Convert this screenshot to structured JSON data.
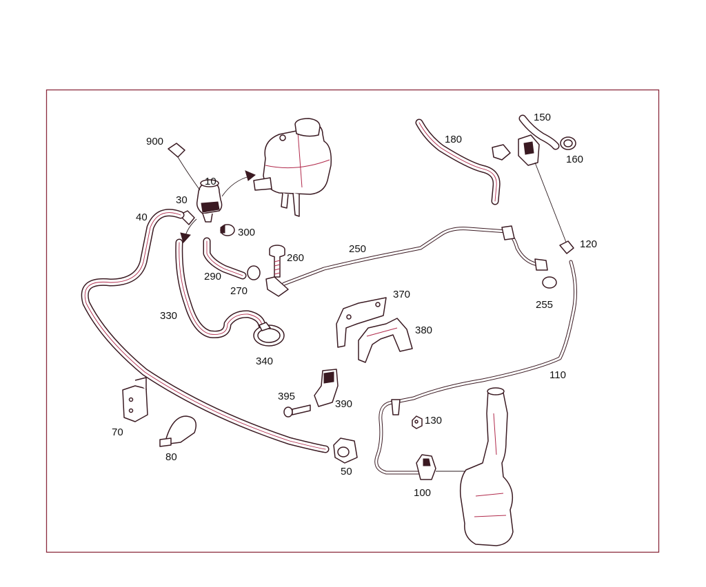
{
  "diagram": {
    "labels": {
      "p10": "10",
      "p30": "30",
      "p40": "40",
      "p50": "50",
      "p70": "70",
      "p80": "80",
      "p100": "100",
      "p110": "110",
      "p120": "120",
      "p130": "130",
      "p150": "150",
      "p160": "160",
      "p180": "180",
      "p250": "250",
      "p255": "255",
      "p260": "260",
      "p270": "270",
      "p290": "290",
      "p300": "300",
      "p330": "330",
      "p340": "340",
      "p370": "370",
      "p380": "380",
      "p390": "390",
      "p395": "395",
      "p900": "900"
    },
    "colors": {
      "line": "#3a1a22",
      "accent": "#b0284a",
      "frame": "#8a2a3c"
    }
  }
}
